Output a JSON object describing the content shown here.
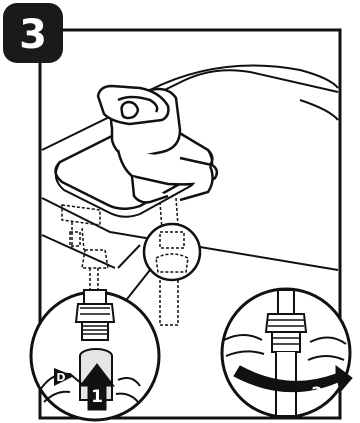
{
  "step": {
    "number": "3",
    "badge_color": "#1a1a1a",
    "text_color": "#ffffff"
  },
  "callouts": {
    "left_label": "D",
    "action_push": "1",
    "action_tighten": "2"
  },
  "colors": {
    "line": "#111111",
    "panel_background": "#ffffff",
    "shading": "#e6e6e6",
    "arrow_fill": "#111111",
    "arrow_label": "#ffffff"
  },
  "icons": {
    "push_arrow": "up-arrow-icon",
    "rotate_arrow": "curved-arrow-icon"
  }
}
